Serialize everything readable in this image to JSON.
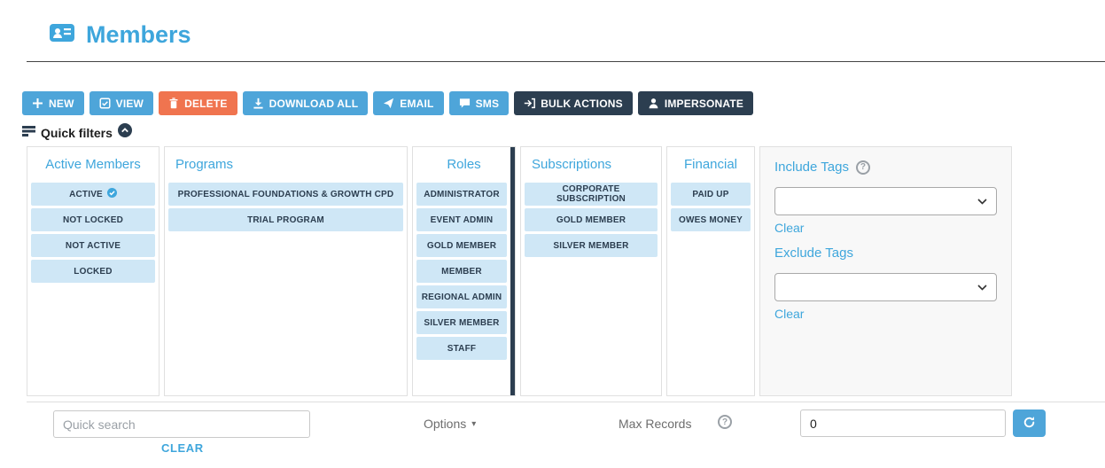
{
  "header": {
    "title": "Members"
  },
  "toolbar": {
    "buttons": [
      {
        "label": "NEW",
        "style": "blue"
      },
      {
        "label": "VIEW",
        "style": "blue"
      },
      {
        "label": "DELETE",
        "style": "orange"
      },
      {
        "label": "DOWNLOAD ALL",
        "style": "blue"
      },
      {
        "label": "EMAIL",
        "style": "blue"
      },
      {
        "label": "SMS",
        "style": "blue"
      },
      {
        "label": "BULK ACTIONS",
        "style": "dark"
      },
      {
        "label": "IMPERSONATE",
        "style": "dark"
      }
    ]
  },
  "quick_filters": {
    "label": "Quick filters"
  },
  "filters": {
    "columns": [
      {
        "title": "Active Members",
        "items": [
          {
            "label": "ACTIVE",
            "selected": true
          },
          {
            "label": "NOT LOCKED"
          },
          {
            "label": "NOT ACTIVE"
          },
          {
            "label": "LOCKED"
          }
        ]
      },
      {
        "title": "Programs",
        "items": [
          {
            "label": "PROFESSIONAL FOUNDATIONS & GROWTH CPD"
          },
          {
            "label": "TRIAL PROGRAM"
          }
        ]
      },
      {
        "title": "Roles",
        "items": [
          {
            "label": "ADMINISTRATOR"
          },
          {
            "label": "EVENT ADMIN"
          },
          {
            "label": "GOLD MEMBER"
          },
          {
            "label": "MEMBER"
          },
          {
            "label": "REGIONAL ADMIN"
          },
          {
            "label": "SILVER MEMBER"
          },
          {
            "label": "STAFF"
          }
        ]
      },
      {
        "title": "Subscriptions",
        "items": [
          {
            "label": "CORPORATE SUBSCRIPTION"
          },
          {
            "label": "GOLD MEMBER"
          },
          {
            "label": "SILVER MEMBER"
          }
        ]
      },
      {
        "title": "Financial",
        "items": [
          {
            "label": "PAID UP"
          },
          {
            "label": "OWES MONEY"
          }
        ]
      }
    ],
    "tags": {
      "include_label": "Include Tags",
      "exclude_label": "Exclude Tags",
      "clear_label": "Clear"
    }
  },
  "search_bar": {
    "quick_search_placeholder": "Quick search",
    "clear_label": "CLEAR",
    "options_label": "Options",
    "max_records_label": "Max Records",
    "max_records_value": "0"
  },
  "icons": {
    "help": "?",
    "caret_down": "▾"
  },
  "colors": {
    "accent_blue": "#3EA6DC",
    "button_blue": "#4EA5D9",
    "button_orange": "#F0744F",
    "dark_navy": "#2C3E50",
    "item_bg": "#CFE7F6"
  }
}
